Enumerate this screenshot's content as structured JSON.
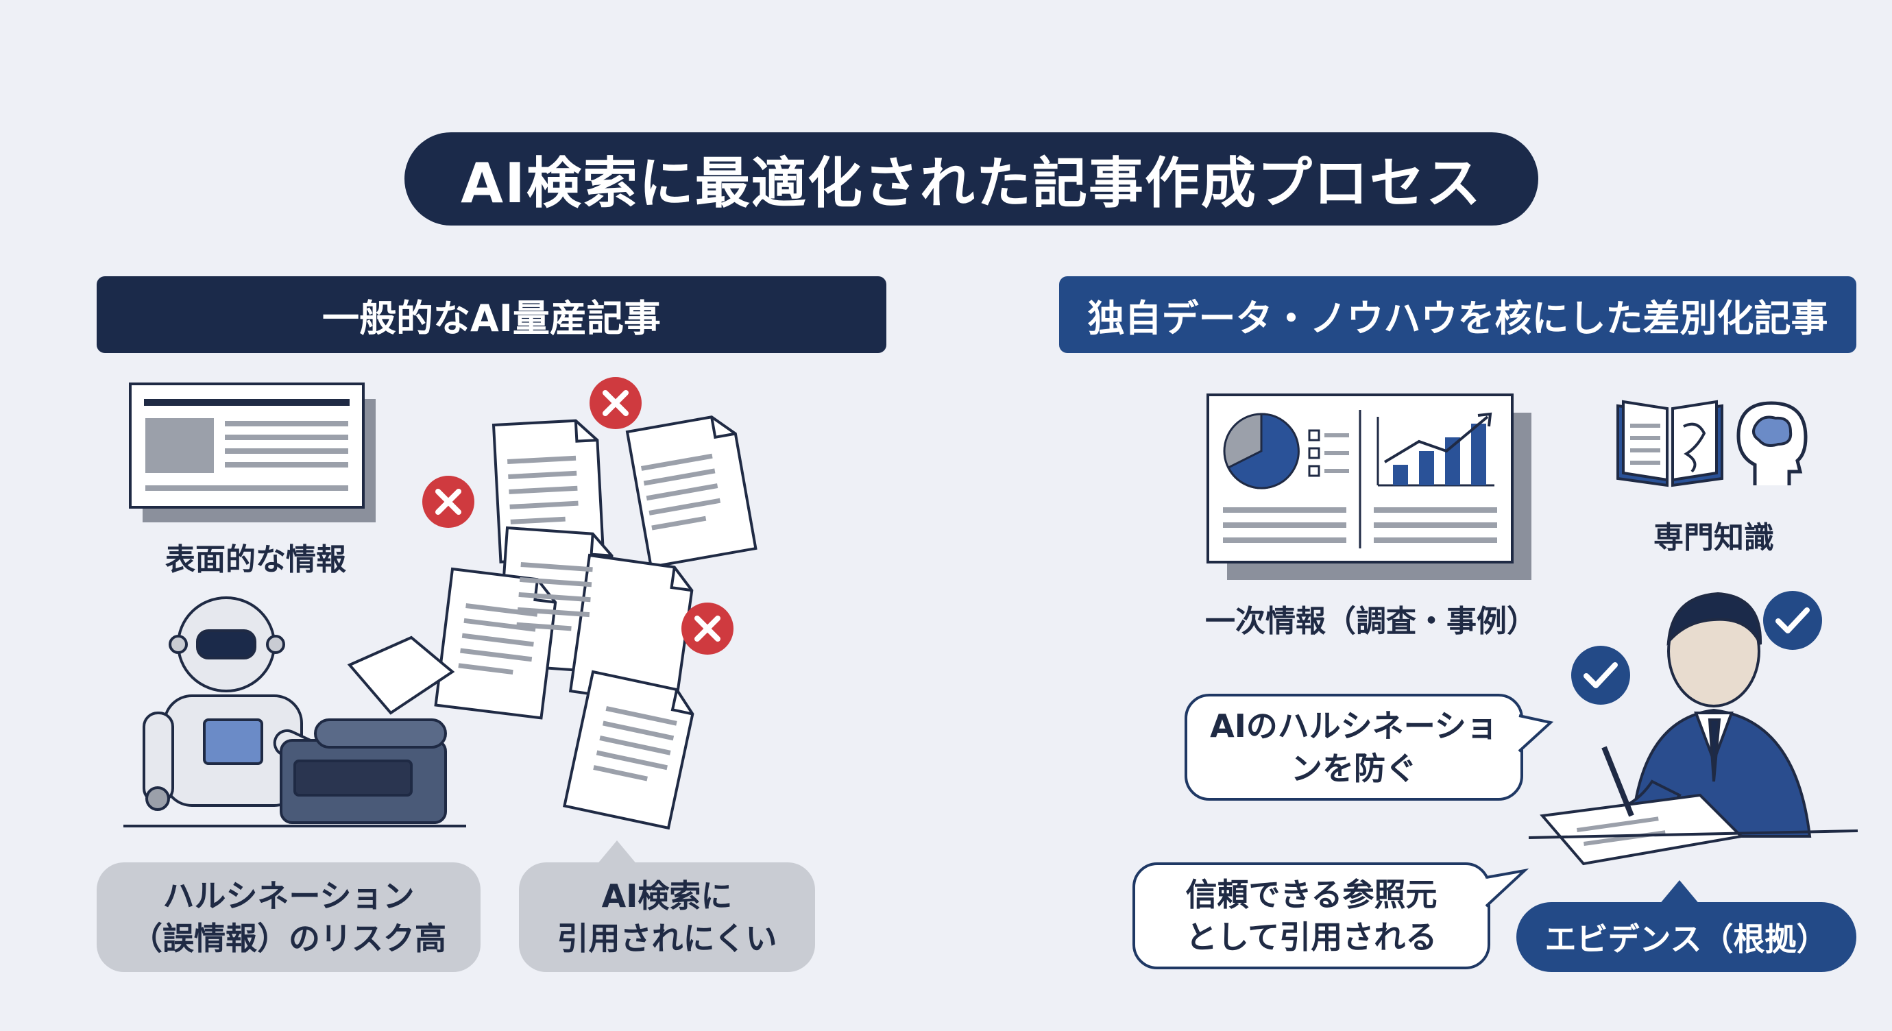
{
  "title": "AI検索に最適化された記事作成プロセス",
  "left": {
    "header": "一般的なAI量産記事",
    "surface_label": "表面的な情報",
    "bubble1": [
      "ハルシネーション",
      "（誤情報）のリスク高"
    ],
    "bubble2": [
      "AI検索に",
      "引用されにくい"
    ]
  },
  "right": {
    "header": "独自データ・ノウハウを核にした差別化記事",
    "primary_label": "一次情報（調査・事例）",
    "expertise_label": "専門知識",
    "bubble1": [
      "AIのハルシネーショ",
      "ンを防ぐ"
    ],
    "bubble2": [
      "信頼できる参照元",
      "として引用される"
    ],
    "evidence": "エビデンス（根拠）"
  },
  "colors": {
    "navy": "#1b2a4a",
    "blue": "#234a87",
    "red_x": "#cf3a3f",
    "gray_bubble": "#c9ccd3"
  }
}
